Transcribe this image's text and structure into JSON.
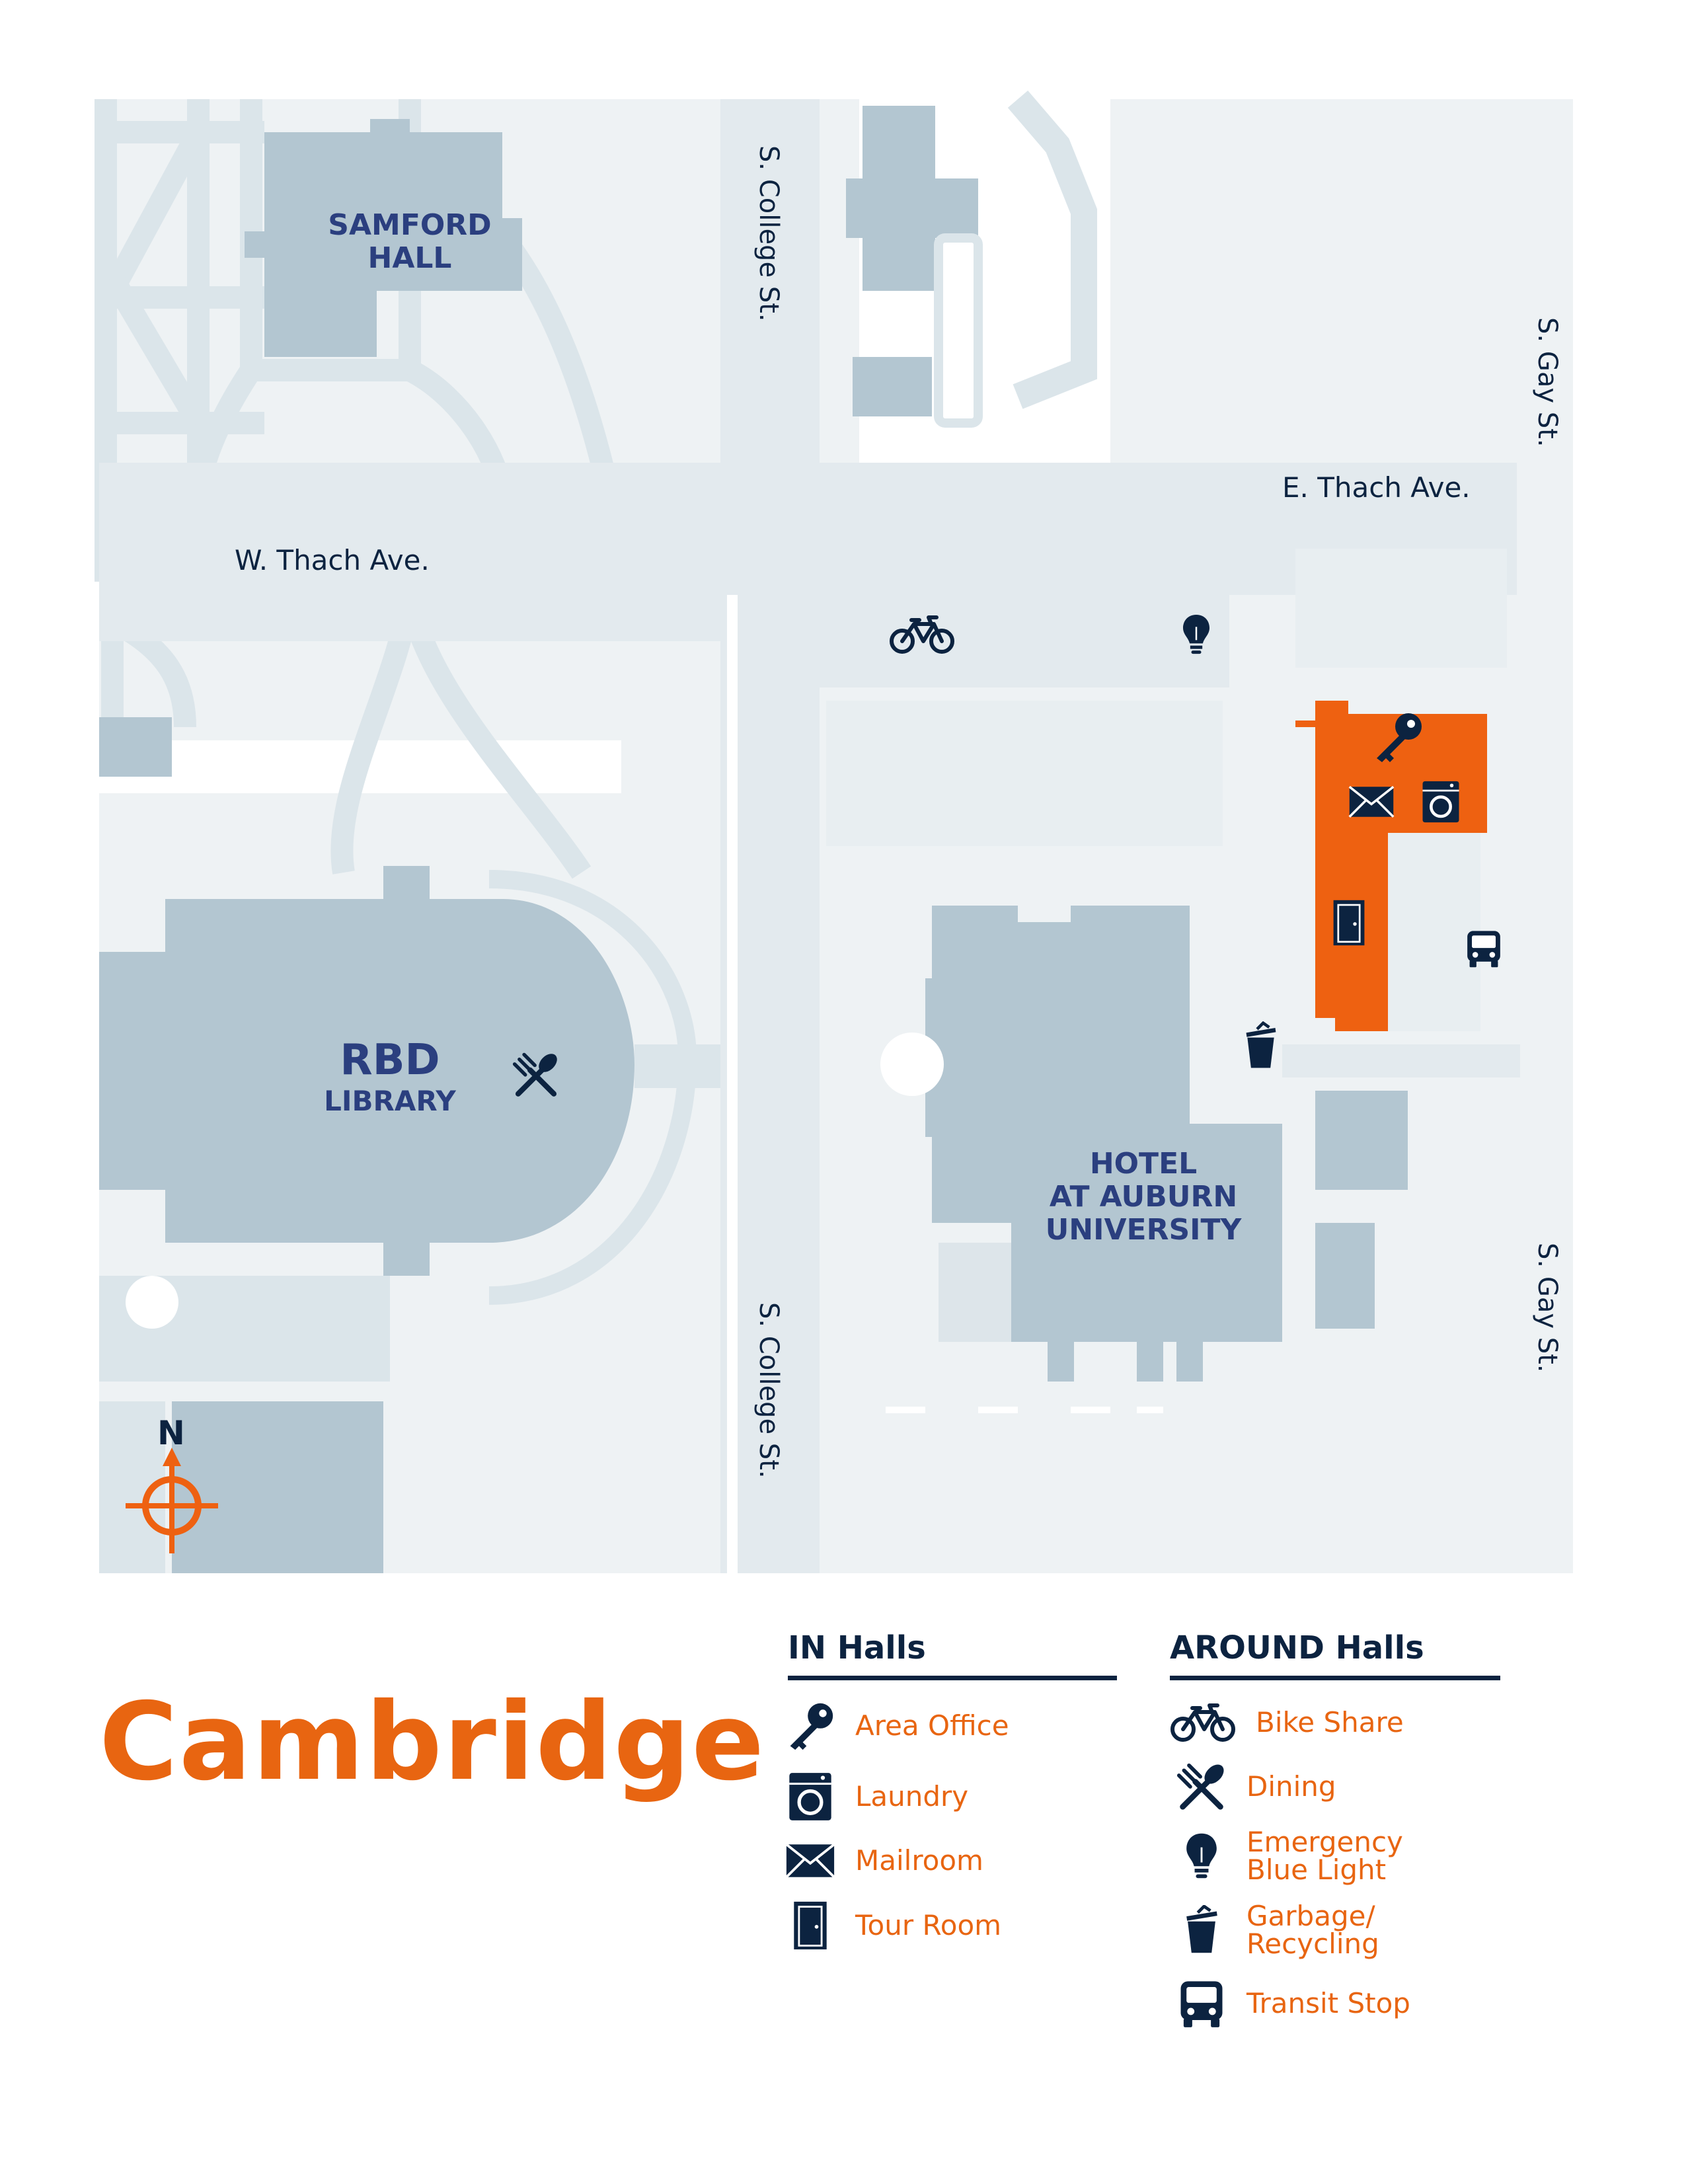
{
  "map_title": "Cambridge",
  "colors": {
    "highlight": "#ee6111",
    "building": "#b3c6d1",
    "path": "#dbe5ea",
    "ground": "#eef2f4",
    "navy": "#0c2340",
    "label": "#2b3f7f"
  },
  "streets": {
    "s_college_top": "S. College St.",
    "s_college_bottom": "S. College St.",
    "s_gay_top": "S. Gay St.",
    "s_gay_bottom": "S. Gay St.",
    "w_thach": "W. Thach Ave.",
    "e_thach": "E. Thach Ave."
  },
  "buildings": {
    "samford": [
      "SAMFORD",
      "HALL"
    ],
    "library": [
      "RBD",
      "LIBRARY"
    ],
    "hotel": [
      "HOTEL",
      "AT AUBURN",
      "UNIVERSITY"
    ]
  },
  "compass": {
    "label": "N"
  },
  "legend": {
    "in_halls": {
      "heading": "IN Halls",
      "items": [
        {
          "label": "Area Office",
          "icon": "key-icon"
        },
        {
          "label": "Laundry",
          "icon": "laundry-icon"
        },
        {
          "label": "Mailroom",
          "icon": "mail-icon"
        },
        {
          "label": "Tour Room",
          "icon": "door-icon"
        }
      ]
    },
    "around_halls": {
      "heading": "AROUND Halls",
      "items": [
        {
          "label": "Bike Share",
          "icon": "bike-icon"
        },
        {
          "label": "Dining",
          "icon": "dining-icon"
        },
        {
          "label": "Emergency\nBlue Light",
          "icon": "bulb-icon"
        },
        {
          "label": "Garbage/\nRecycling",
          "icon": "trash-icon"
        },
        {
          "label": "Transit Stop",
          "icon": "bus-icon"
        }
      ]
    }
  }
}
